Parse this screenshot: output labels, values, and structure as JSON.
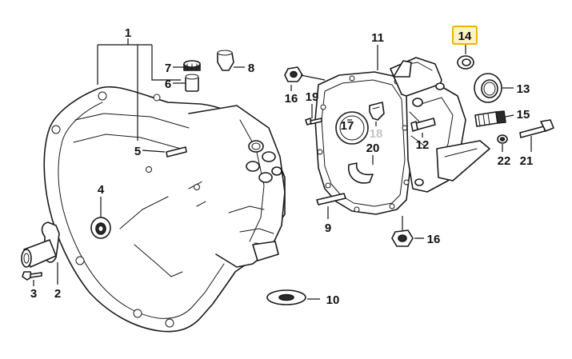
{
  "colors": {
    "ink": "#1a1a1a",
    "highlight_border": "#f0b400",
    "highlight_fill": "#fff3c4",
    "faint_label": "#c4c4c4"
  },
  "callouts": {
    "c1": "1",
    "c2": "2",
    "c3": "3",
    "c4": "4",
    "c5": "5",
    "c6": "6",
    "c7": "7",
    "c8": "8",
    "c9": "9",
    "c10": "10",
    "c11": "11",
    "c12": "12",
    "c13": "13",
    "c14": "14",
    "c15": "15",
    "c16a": "16",
    "c16b": "16",
    "c17": "17",
    "c18": "18",
    "c19": "19",
    "c20": "20",
    "c21": "21",
    "c22": "22"
  },
  "highlighted_callout": "14"
}
